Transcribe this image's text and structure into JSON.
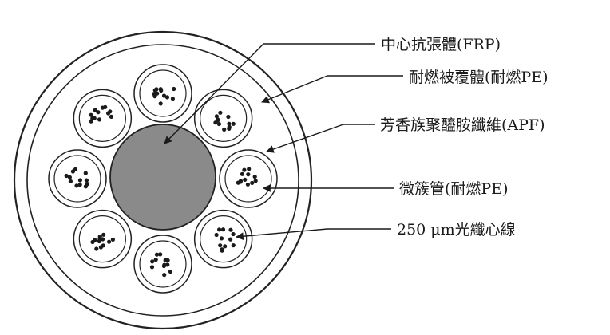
{
  "labels": {
    "frp": "中心抗張體(FRP)",
    "jacket": "耐燃被覆體(耐燃PE)",
    "aramid": "芳香族聚醯胺纖維(APF)",
    "microtube": "微簇管(耐燃PE)",
    "fiber": "250 μm光纖心線"
  },
  "colors": {
    "frp_fill": "#8a8a8a",
    "line": "#1a1a1a",
    "background": "#ffffff"
  },
  "structure": {
    "microtube_count": 8,
    "fibers_per_tube": 12
  }
}
